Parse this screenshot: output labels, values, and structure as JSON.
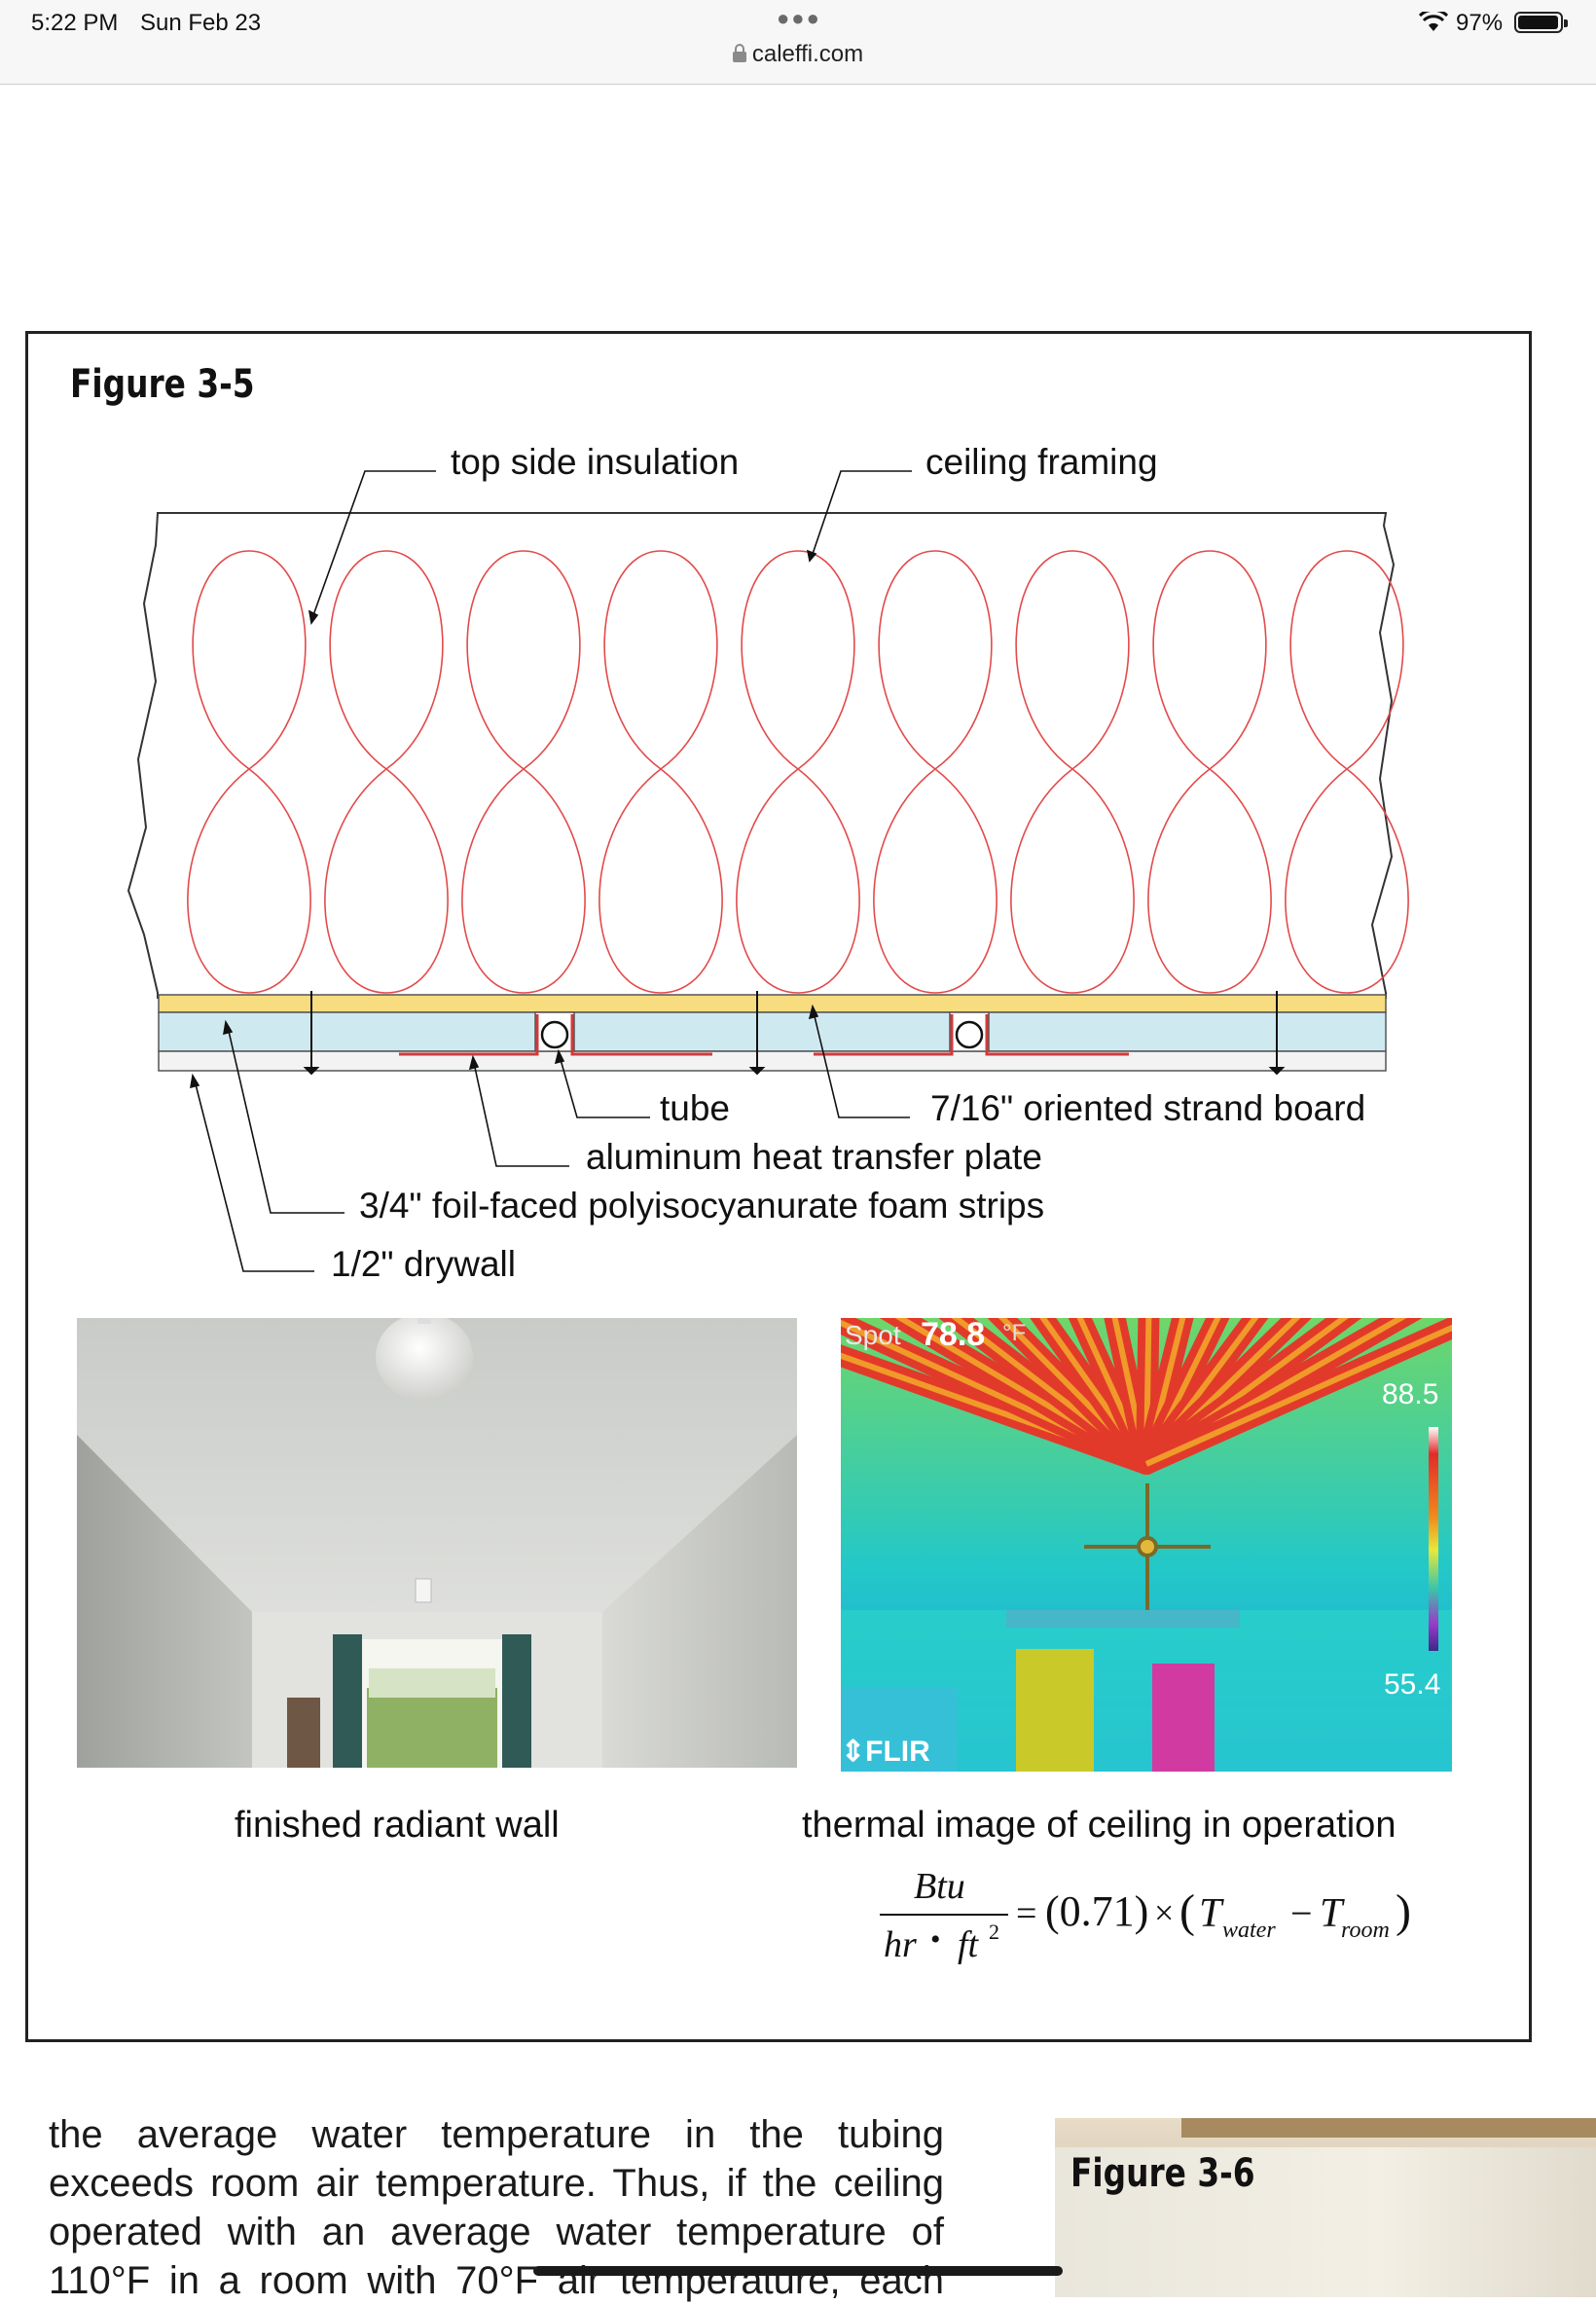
{
  "status_bar": {
    "time": "5:22 PM",
    "date": "Sun Feb 23",
    "url": "caleffi.com",
    "battery": "97%",
    "battery_level": 0.97
  },
  "figure": {
    "title": "Figure 3-5",
    "labels": {
      "top_insulation": "top side insulation",
      "ceiling_framing": "ceiling framing",
      "tube": "tube",
      "osb": "7/16\" oriented strand board",
      "plate": "aluminum heat transfer plate",
      "foam": "3/4\" foil-faced polyisocyanurate foam strips",
      "drywall": "1/2\" drywall"
    },
    "photo_left_caption": "finished radiant wall",
    "photo_right_caption": "thermal image of ceiling in operation",
    "thermal": {
      "spot_label": "Spot",
      "spot_value": "78.8",
      "spot_unit": "°F",
      "scale_max": "88.5",
      "scale_min": "55.4",
      "brand": "FLIR"
    },
    "equation": {
      "num": "Btu",
      "den_a": "hr",
      "den_b": "ft",
      "den_exp": "2",
      "coefficient": "(0.71)",
      "t1": "T",
      "t1_sub": "water",
      "t2": "T",
      "t2_sub": "room"
    }
  },
  "body_text": {
    "lines": [
      "the average water temperature in the tubing",
      "exceeds room air temperature. Thus, if the ceiling",
      "operated with an average water temperature of",
      "110°F in a room with 70°F air temperature, each"
    ],
    "next_figure_title": "Figure 3-6"
  }
}
